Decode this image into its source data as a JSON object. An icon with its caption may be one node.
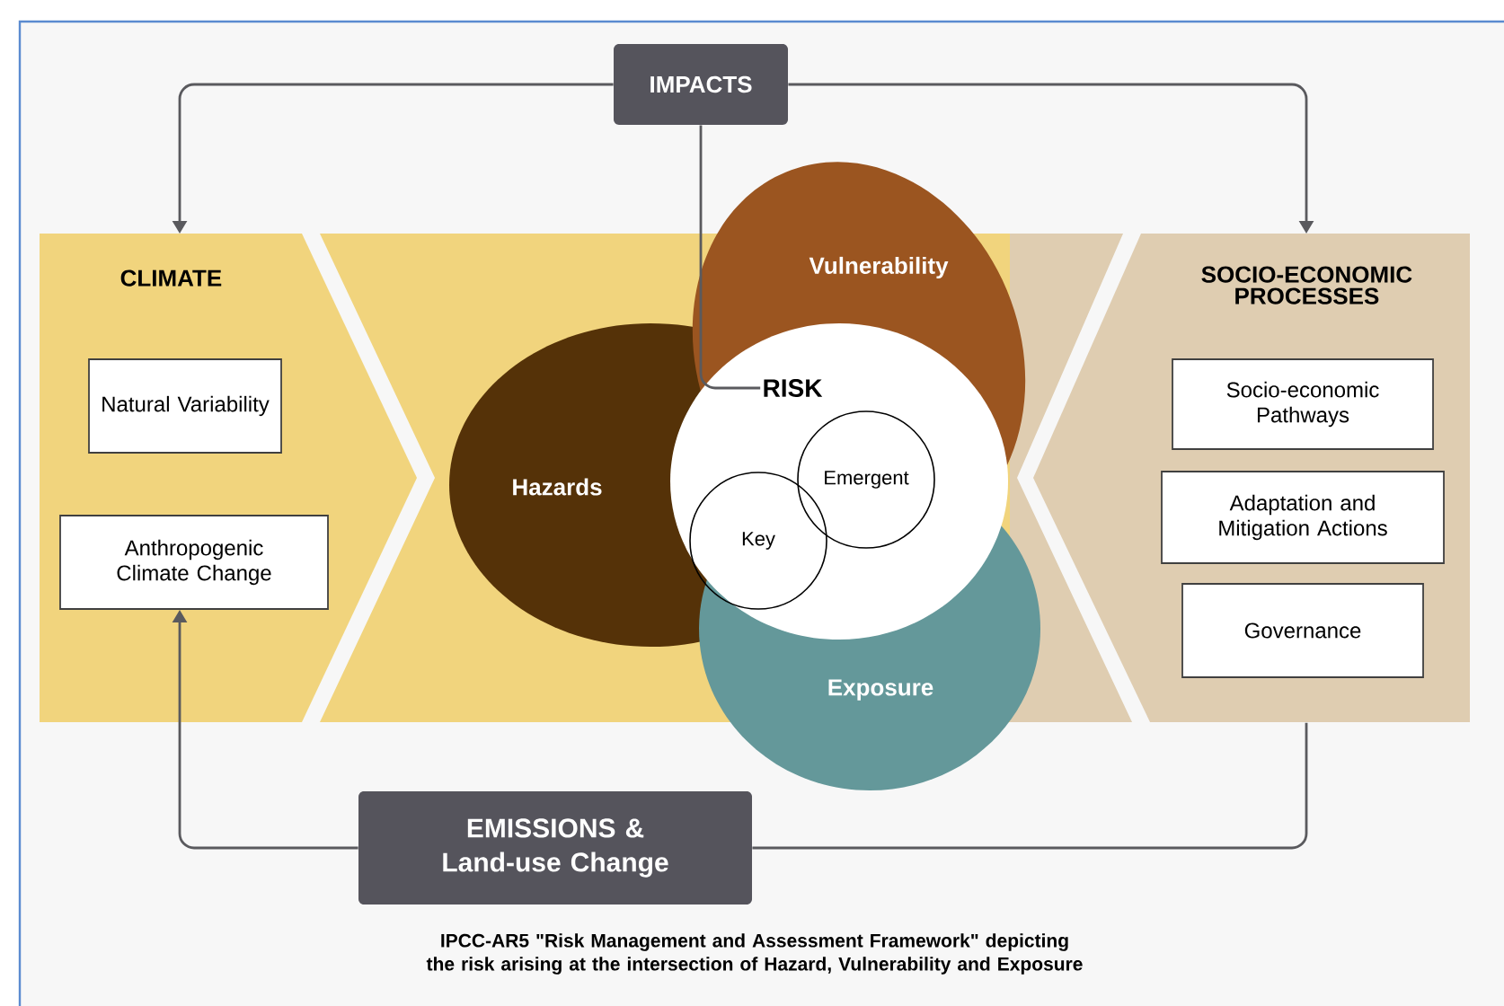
{
  "diagram": {
    "caption": "IPCC-AR5 \"Risk Management and Assessment Framework\" depicting the risk arising at the intersection of Hazard, Vulnerability and Exposure",
    "nodes": [
      {
        "text": [
          "IMPACTS"
        ]
      },
      {
        "text": [
          "CLIMATE"
        ]
      },
      {
        "text": [
          "Natural Variability"
        ],
        "in": 1
      },
      {
        "text": [
          "Anthropogenic Climate Change"
        ],
        "in": 1
      },
      {
        "text": [
          "Hazards"
        ]
      },
      {
        "text": [
          "Vulnerability"
        ]
      },
      {
        "text": [
          "Exposure"
        ]
      },
      {
        "text": [
          "RISK"
        ]
      },
      {
        "text": [
          "Key"
        ]
      },
      {
        "text": [
          "Emergent"
        ]
      },
      {
        "text": [
          "SOCIO-ECONOMIC PROCESSES"
        ]
      },
      {
        "text": [
          "Socio-economic Pathways"
        ],
        "in": 10
      },
      {
        "text": [
          "Adaptation and Mitigation Actions"
        ],
        "in": 10
      },
      {
        "text": [
          "Governance"
        ],
        "in": 10
      },
      {
        "text": [
          "EMISSIONS & Land-use Change"
        ]
      }
    ],
    "edges": [
      {
        "from": 0,
        "to": 1,
        "arrow": "to"
      },
      {
        "from": 0,
        "to": 10,
        "arrow": "to"
      },
      {
        "from": 0,
        "to": 7,
        "arrow": "none"
      },
      {
        "from": 10,
        "to": 14,
        "arrow": "none"
      },
      {
        "from": 14,
        "to": 3,
        "arrow": "to"
      }
    ]
  }
}
